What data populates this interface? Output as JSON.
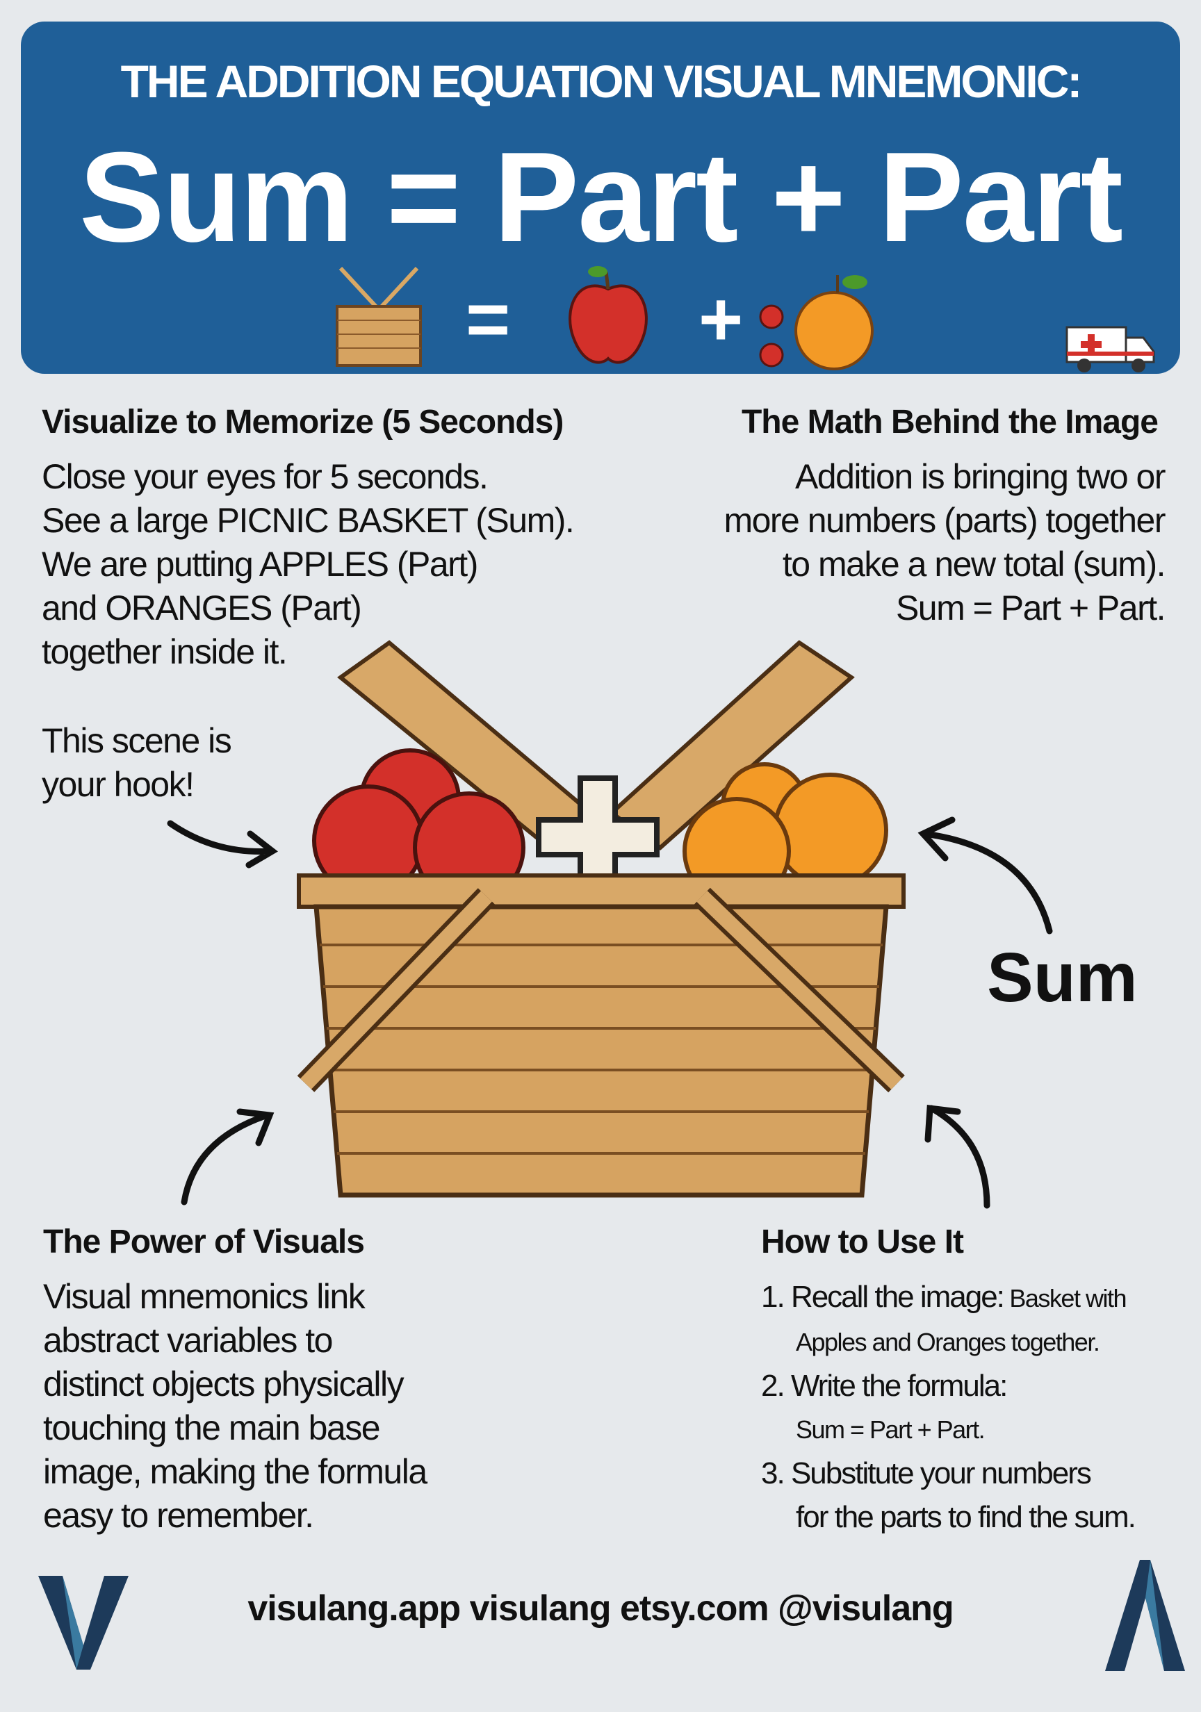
{
  "header": {
    "title": "THE ADDITION EQUATION VISUAL MNEMONIC:",
    "formula": "Sum = Part + Part",
    "icon_row": {
      "equals": "=",
      "plus": "+",
      "icons": [
        "basket-icon",
        "apple-icon",
        "apple-pair-icon",
        "orange-icon",
        "ambulance-icon"
      ]
    }
  },
  "visualize": {
    "heading": "Visualize to Memorize (5 Seconds)",
    "lines": [
      "Close your eyes for 5 seconds.",
      "See a large PICNIC BASKET (Sum).",
      "We are putting APPLES (Part)",
      "and ORANGES (Part)",
      "together inside it."
    ],
    "hook": [
      "This scene is",
      "your hook!"
    ]
  },
  "math": {
    "heading": "The Math Behind the Image",
    "lines": [
      "Addition is bringing two or",
      "more numbers (parts) together",
      "to make a new total (sum).",
      "Sum = Part + Part."
    ]
  },
  "sum_label": "Sum",
  "power": {
    "heading": "The Power of Visuals",
    "lines": [
      "Visual mnemonics link",
      "abstract variables to",
      "distinct objects physically",
      "touching the main base",
      "image, making the formula",
      "easy to remember."
    ]
  },
  "howto": {
    "heading": "How to Use It",
    "steps": [
      {
        "num": "1.",
        "main": "Recall the image:",
        "small": " Basket with",
        "cont": "Apples and Oranges together."
      },
      {
        "num": "2.",
        "main": "Write the formula:",
        "cont": "Sum = Part + Part."
      },
      {
        "num": "3.",
        "main": "Substitute your numbers",
        "cont": "for the parts to find the sum."
      }
    ]
  },
  "footer": "visulang.app visulang etsy.com  @visulang",
  "colors": {
    "header_bg": "#1f5f98",
    "background": "#e6e9ec",
    "apple": "#d3302a",
    "orange": "#f39a26",
    "wicker": "#d6a361"
  }
}
